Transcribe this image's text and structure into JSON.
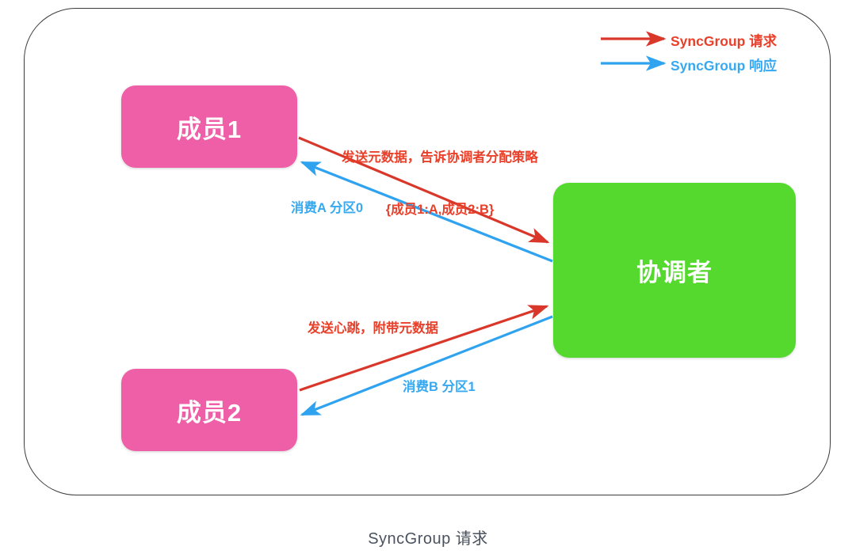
{
  "diagram": {
    "caption": "SyncGroup 请求",
    "nodes": [
      {
        "id": "member1",
        "label": "成员1",
        "color": "#ee5fa7"
      },
      {
        "id": "member2",
        "label": "成员2",
        "color": "#ee5fa7"
      },
      {
        "id": "coordinator",
        "label": "协调者",
        "color": "#55d92e"
      }
    ],
    "legend": {
      "items": [
        {
          "key": "request",
          "label": "SyncGroup 请求",
          "color": "#e8402a"
        },
        {
          "key": "response",
          "label": "SyncGroup 响应",
          "color": "#37a9f0"
        }
      ]
    },
    "edges": [
      {
        "id": "member1-to-coordinator",
        "kind": "request",
        "color": "#e8402a",
        "from": "member1",
        "to": "coordinator",
        "label_line1": "发送元数据，告诉协调者分配策略",
        "label_line2": "{成员1:A,成员2:B}"
      },
      {
        "id": "coordinator-to-member1",
        "kind": "response",
        "color": "#37a9f0",
        "from": "coordinator",
        "to": "member1",
        "label": "消费A 分区0"
      },
      {
        "id": "member2-to-coordinator",
        "kind": "request",
        "color": "#e8402a",
        "from": "member2",
        "to": "coordinator",
        "label": "发送心跳，附带元数据"
      },
      {
        "id": "coordinator-to-member2",
        "kind": "response",
        "color": "#37a9f0",
        "from": "coordinator",
        "to": "member2",
        "label": "消费B 分区1"
      }
    ]
  }
}
